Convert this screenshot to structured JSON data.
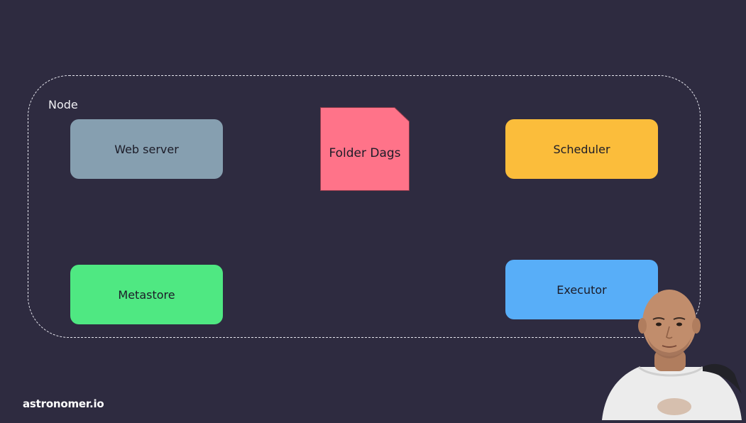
{
  "diagram": {
    "container_label": "Node",
    "components": [
      {
        "id": "web",
        "label": "Web server",
        "color": "#869fb0"
      },
      {
        "id": "folder",
        "label": "Folder Dags",
        "color": "#ff7389"
      },
      {
        "id": "sched",
        "label": "Scheduler",
        "color": "#fbbd3b"
      },
      {
        "id": "meta",
        "label": "Metastore",
        "color": "#4fe882"
      },
      {
        "id": "exec",
        "label": "Executor",
        "color": "#58aef8"
      }
    ]
  },
  "brand": {
    "text": "astronomer.io"
  },
  "colors": {
    "background": "#2e2b40",
    "frame": "#e6e6ee"
  }
}
